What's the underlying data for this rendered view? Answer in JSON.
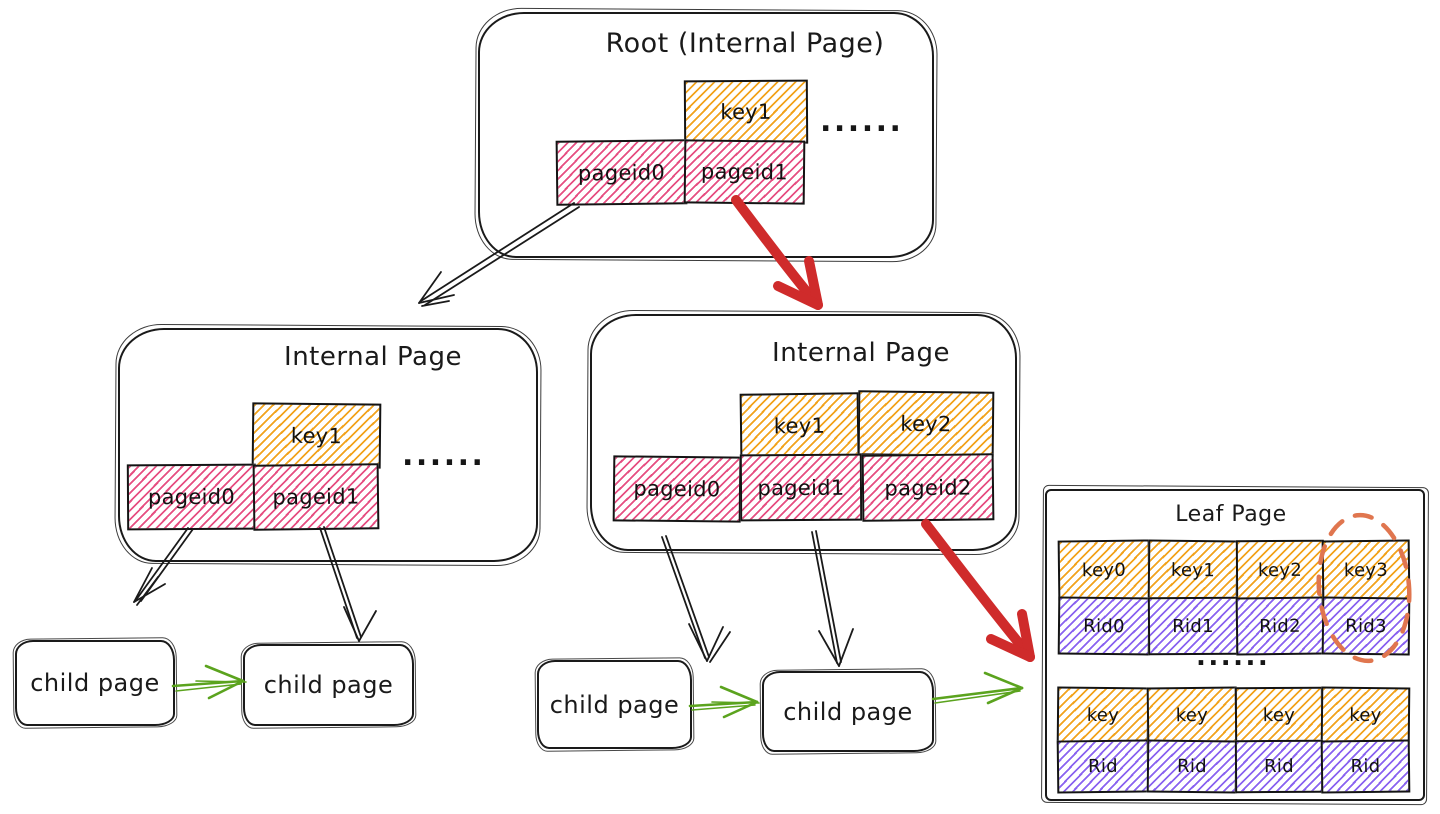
{
  "colors": {
    "ink": "#1a1a1a",
    "key_fill": "#f2a31d",
    "pageid_fill": "#e64980",
    "rid_fill": "#845ef7",
    "red_arrow": "#cf2b2b",
    "green_arrow": "#5ba31e",
    "highlight_ellipse": "#e0764f"
  },
  "root": {
    "title": "Root (Internal Page)",
    "keys": [
      "key1"
    ],
    "pageids": [
      "pageid0",
      "pageid1"
    ],
    "ellipsis": "......"
  },
  "internal_left": {
    "title": "Internal Page",
    "keys": [
      "key1"
    ],
    "pageids": [
      "pageid0",
      "pageid1"
    ],
    "ellipsis": "......"
  },
  "internal_middle": {
    "title": "Internal Page",
    "keys": [
      "key1",
      "key2"
    ],
    "pageids": [
      "pageid0",
      "pageid1",
      "pageid2"
    ]
  },
  "leaf": {
    "title": "Leaf Page",
    "keys": [
      "key0",
      "key1",
      "key2",
      "key3"
    ],
    "rids": [
      "Rid0",
      "Rid1",
      "Rid2",
      "Rid3"
    ],
    "ellipsis": "......",
    "generic_keys": [
      "key",
      "key",
      "key",
      "key"
    ],
    "generic_rids": [
      "Rid",
      "Rid",
      "Rid",
      "Rid"
    ]
  },
  "children": {
    "labels": [
      "child page",
      "child page",
      "child page",
      "child page"
    ]
  }
}
